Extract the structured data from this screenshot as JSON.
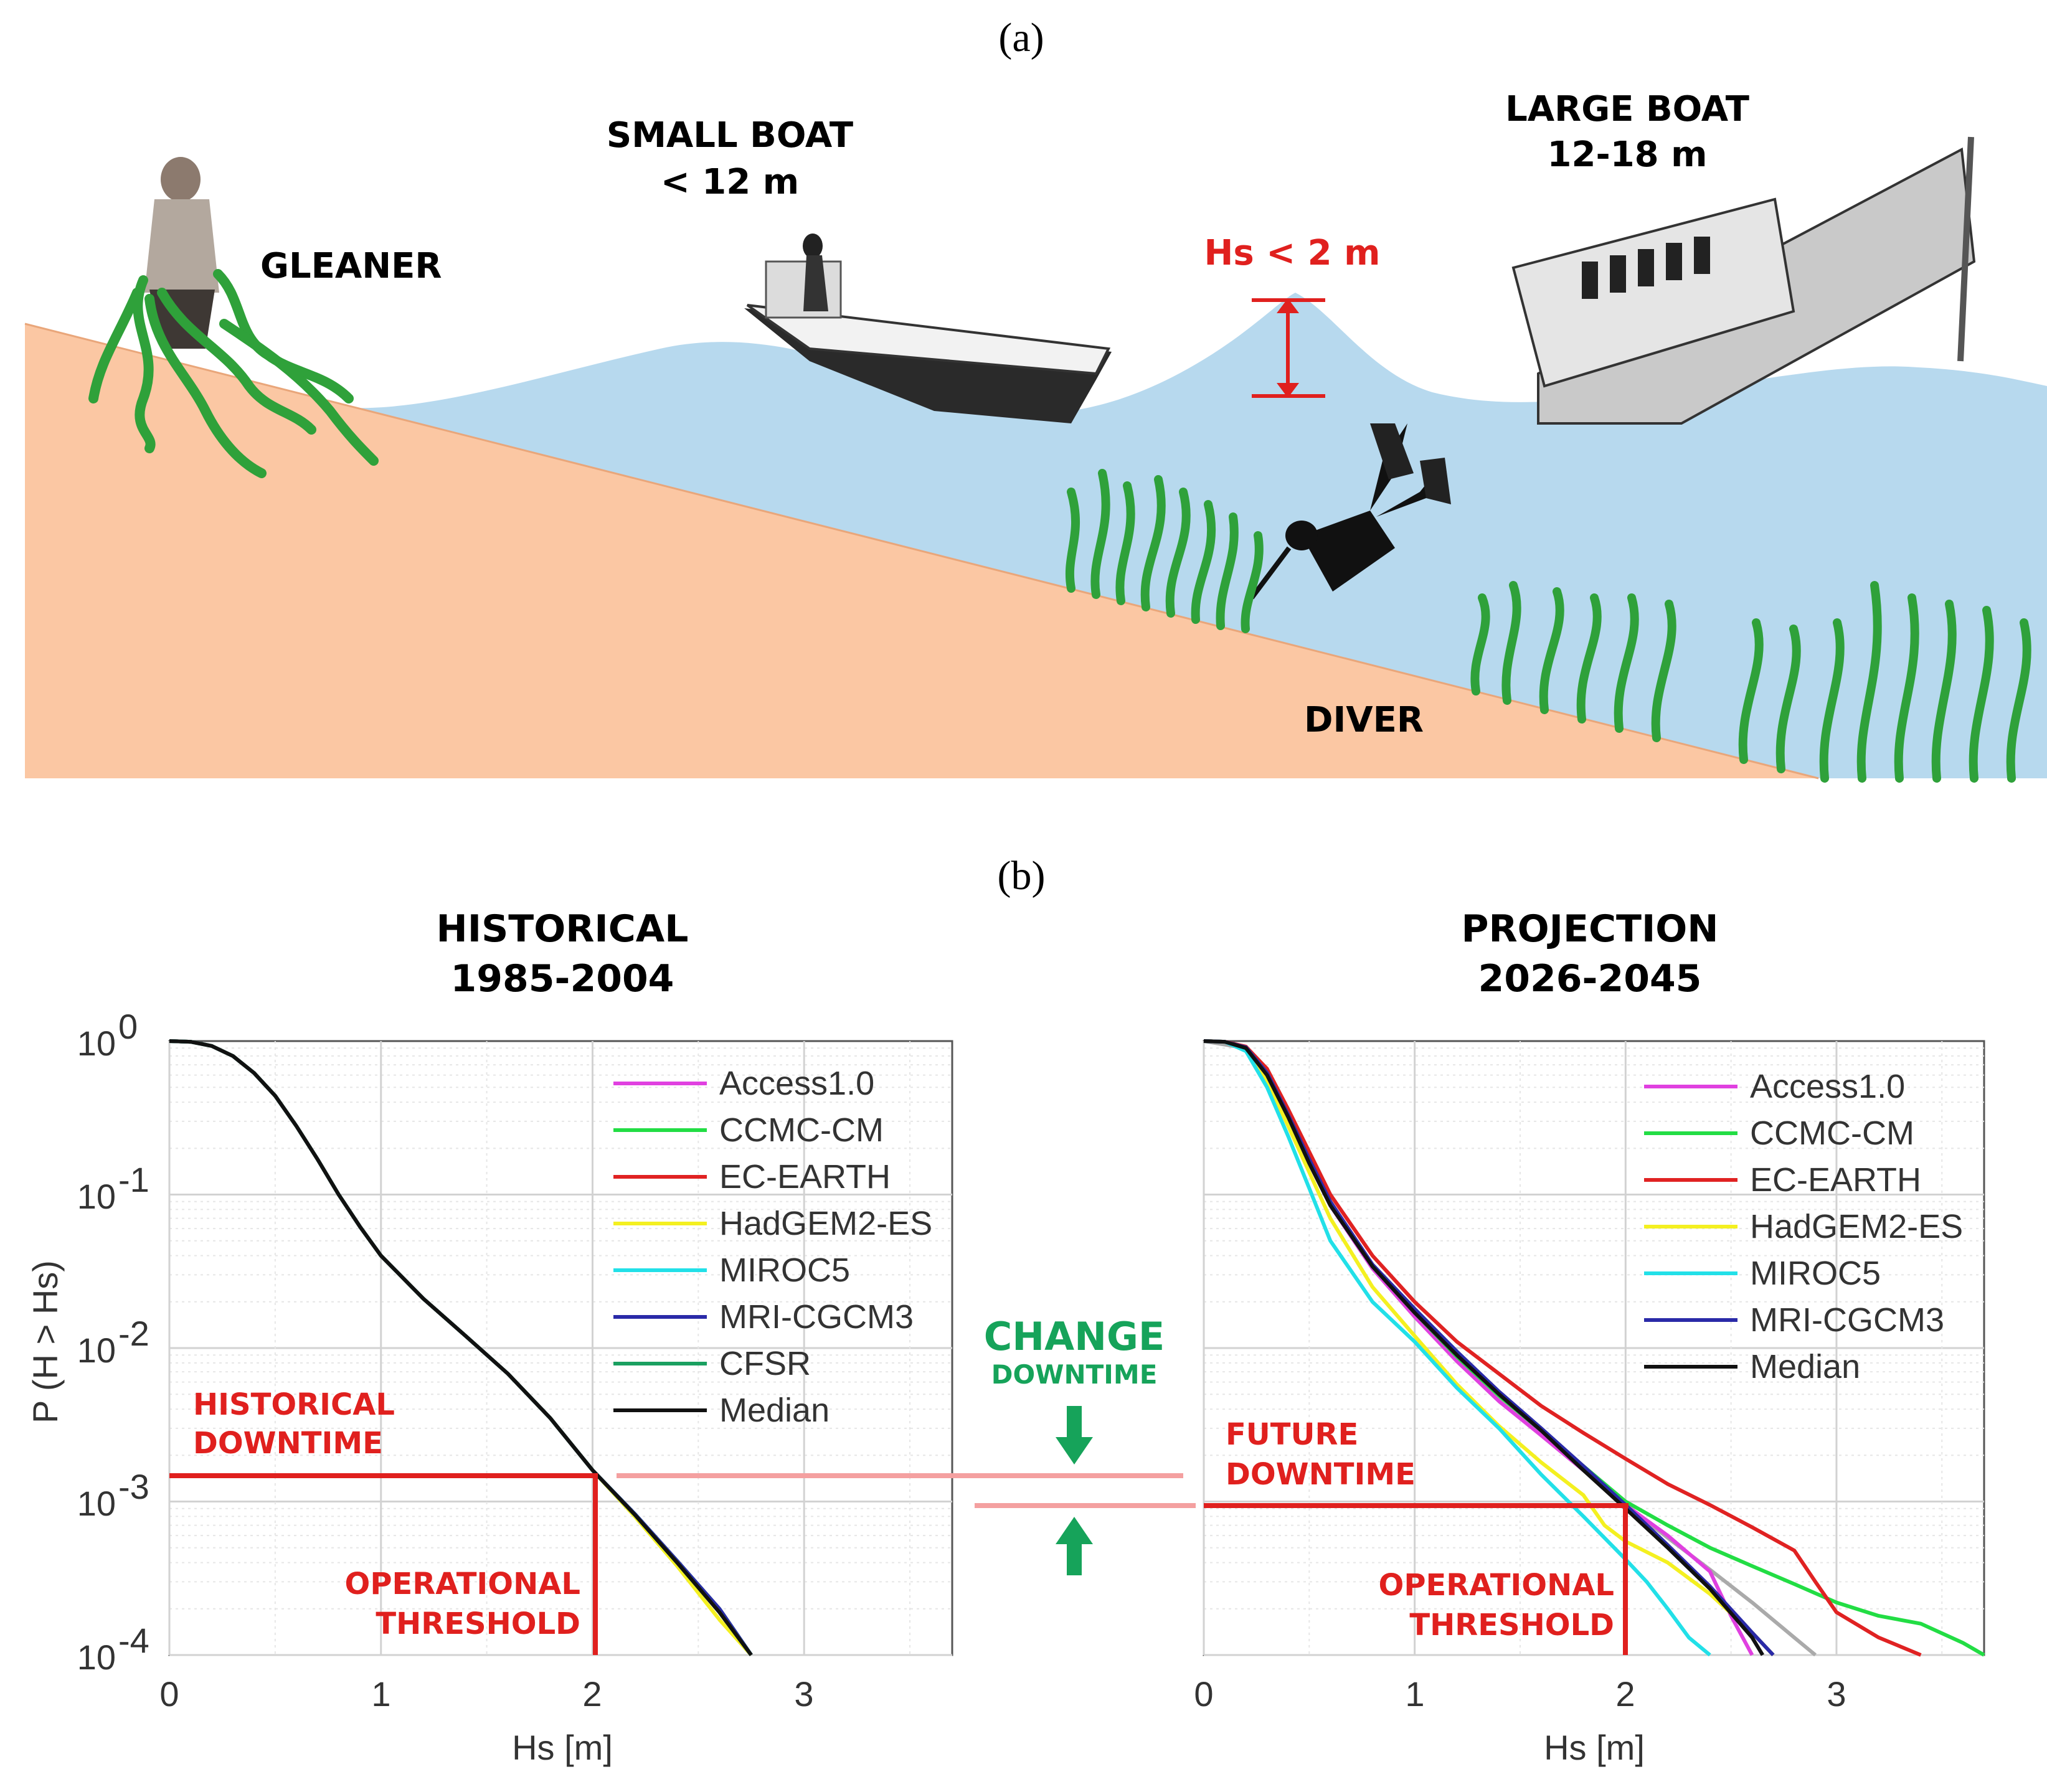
{
  "panel_a": {
    "letter": "(a)",
    "gleaner": "GLEANER",
    "small_boat": [
      "SMALL BOAT",
      "< 12 m"
    ],
    "wave_height": "Hs < 2 m",
    "large_boat": [
      "LARGE BOAT",
      "12-18 m"
    ],
    "diver": "DIVER",
    "colors": {
      "sea": "#b7d9ee",
      "seabed": "#fbc7a3",
      "seagrass": "#2fa13a",
      "hs_marker": "#e0201e"
    }
  },
  "panel_b": {
    "letter": "(b)",
    "change_note": {
      "line1": "CHANGE",
      "line2": "DOWNTIME"
    }
  },
  "chart_data": [
    {
      "type": "line",
      "title": [
        "HISTORICAL",
        "1985-2004"
      ],
      "xlabel": "Hs [m]",
      "ylabel": "P (H > Hs)",
      "xlim": [
        0,
        3.7
      ],
      "ylim": [
        0.0001,
        1
      ],
      "yscale": "log",
      "xticks": [
        "0",
        "1",
        "2",
        "3"
      ],
      "yticks": [
        {
          "base": "10",
          "exp": "0"
        },
        {
          "base": "10",
          "exp": "-1"
        },
        {
          "base": "10",
          "exp": "-2"
        },
        {
          "base": "10",
          "exp": "-3"
        },
        {
          "base": "10",
          "exp": "-4"
        }
      ],
      "grid": true,
      "legend_position": "top-right",
      "series": [
        {
          "name": "Access1.0",
          "color": "#e040e0",
          "x": [
            0,
            0.1,
            0.2,
            0.3,
            0.4,
            0.5,
            0.6,
            0.7,
            0.8,
            0.9,
            1.0,
            1.2,
            1.4,
            1.6,
            1.8,
            2.0,
            2.2,
            2.4,
            2.6,
            2.75
          ],
          "y": [
            1,
            0.99,
            0.93,
            0.8,
            0.62,
            0.44,
            0.28,
            0.17,
            0.1,
            0.062,
            0.04,
            0.021,
            0.012,
            0.0068,
            0.0035,
            0.0016,
            0.00082,
            0.0004,
            0.00019,
            0.0001
          ]
        },
        {
          "name": "CCMC-CM",
          "color": "#22dd44",
          "x": [
            0,
            0.1,
            0.2,
            0.3,
            0.4,
            0.5,
            0.6,
            0.7,
            0.8,
            0.9,
            1.0,
            1.2,
            1.4,
            1.6,
            1.8,
            2.0,
            2.2,
            2.4,
            2.6,
            2.75
          ],
          "y": [
            1,
            0.99,
            0.93,
            0.8,
            0.62,
            0.44,
            0.28,
            0.17,
            0.1,
            0.062,
            0.04,
            0.021,
            0.012,
            0.0068,
            0.0035,
            0.0016,
            0.00083,
            0.00041,
            0.0002,
            0.0001
          ]
        },
        {
          "name": "EC-EARTH",
          "color": "#e02222",
          "x": [
            0,
            0.1,
            0.2,
            0.3,
            0.4,
            0.5,
            0.6,
            0.7,
            0.8,
            0.9,
            1.0,
            1.2,
            1.4,
            1.6,
            1.8,
            2.0,
            2.2,
            2.4,
            2.6,
            2.75
          ],
          "y": [
            1,
            0.99,
            0.93,
            0.8,
            0.62,
            0.44,
            0.28,
            0.17,
            0.1,
            0.062,
            0.04,
            0.021,
            0.012,
            0.0068,
            0.0035,
            0.0016,
            0.00082,
            0.0004,
            0.00019,
            0.0001
          ]
        },
        {
          "name": "HadGEM2-ES",
          "color": "#f4f020",
          "x": [
            0,
            0.1,
            0.2,
            0.3,
            0.4,
            0.5,
            0.6,
            0.7,
            0.8,
            0.9,
            1.0,
            1.2,
            1.4,
            1.6,
            1.8,
            2.0,
            2.2,
            2.4,
            2.6,
            2.75
          ],
          "y": [
            1,
            0.99,
            0.93,
            0.8,
            0.62,
            0.44,
            0.28,
            0.17,
            0.1,
            0.062,
            0.04,
            0.021,
            0.012,
            0.0068,
            0.0035,
            0.0016,
            0.0008,
            0.00038,
            0.00017,
            0.0001
          ]
        },
        {
          "name": "MIROC5",
          "color": "#22e0e8",
          "x": [
            0,
            0.1,
            0.2,
            0.3,
            0.4,
            0.5,
            0.6,
            0.7,
            0.8,
            0.9,
            1.0,
            1.2,
            1.4,
            1.6,
            1.8,
            2.0,
            2.2,
            2.4,
            2.6,
            2.75
          ],
          "y": [
            1,
            0.99,
            0.93,
            0.8,
            0.62,
            0.44,
            0.28,
            0.17,
            0.1,
            0.062,
            0.04,
            0.021,
            0.012,
            0.0068,
            0.0035,
            0.0016,
            0.00082,
            0.0004,
            0.00019,
            0.0001
          ]
        },
        {
          "name": "MRI-CGCM3",
          "color": "#2a2aa8",
          "x": [
            0,
            0.1,
            0.2,
            0.3,
            0.4,
            0.5,
            0.6,
            0.7,
            0.8,
            0.9,
            1.0,
            1.2,
            1.4,
            1.6,
            1.8,
            2.0,
            2.2,
            2.4,
            2.6,
            2.75
          ],
          "y": [
            1,
            0.99,
            0.93,
            0.8,
            0.62,
            0.44,
            0.28,
            0.17,
            0.1,
            0.062,
            0.04,
            0.021,
            0.012,
            0.0068,
            0.0035,
            0.0016,
            0.00083,
            0.00041,
            0.0002,
            0.0001
          ]
        },
        {
          "name": "CFSR",
          "color": "#1aa060",
          "x": [
            0,
            0.1,
            0.2,
            0.3,
            0.4,
            0.5,
            0.6,
            0.7,
            0.8,
            0.9,
            1.0,
            1.2,
            1.4,
            1.6,
            1.8,
            2.0,
            2.2,
            2.4,
            2.6,
            2.75
          ],
          "y": [
            1,
            0.99,
            0.93,
            0.8,
            0.62,
            0.44,
            0.28,
            0.17,
            0.1,
            0.062,
            0.04,
            0.021,
            0.012,
            0.0068,
            0.0035,
            0.0016,
            0.00082,
            0.0004,
            0.00019,
            0.0001
          ]
        },
        {
          "name": "Median",
          "color": "#111111",
          "x": [
            0,
            0.1,
            0.2,
            0.3,
            0.4,
            0.5,
            0.6,
            0.7,
            0.8,
            0.9,
            1.0,
            1.2,
            1.4,
            1.6,
            1.8,
            2.0,
            2.2,
            2.4,
            2.6,
            2.75
          ],
          "y": [
            1,
            0.99,
            0.93,
            0.8,
            0.62,
            0.44,
            0.28,
            0.17,
            0.1,
            0.062,
            0.04,
            0.021,
            0.012,
            0.0068,
            0.0035,
            0.0016,
            0.00082,
            0.0004,
            0.00019,
            0.0001
          ]
        }
      ],
      "annotations": {
        "downtime_label": [
          "HISTORICAL",
          "DOWNTIME"
        ],
        "threshold_label": [
          "OPERATIONAL",
          "THRESHOLD"
        ],
        "threshold_hs": 2,
        "downtime_p": 0.0015
      }
    },
    {
      "type": "line",
      "title": [
        "PROJECTION",
        "2026-2045"
      ],
      "xlabel": "Hs [m]",
      "xlim": [
        0,
        3.7
      ],
      "ylim": [
        0.0001,
        1
      ],
      "yscale": "log",
      "xticks": [
        "0",
        "1",
        "2",
        "3"
      ],
      "grid": true,
      "legend_position": "top-right",
      "series": [
        {
          "name": "Access1.0",
          "color": "#e040e0",
          "x": [
            0,
            0.1,
            0.2,
            0.3,
            0.4,
            0.5,
            0.6,
            0.8,
            1.0,
            1.2,
            1.4,
            1.6,
            1.8,
            2.0,
            2.2,
            2.4,
            2.5,
            2.6
          ],
          "y": [
            1,
            0.99,
            0.9,
            0.6,
            0.32,
            0.16,
            0.085,
            0.033,
            0.016,
            0.0082,
            0.0045,
            0.0027,
            0.0016,
            0.00095,
            0.0006,
            0.00035,
            0.00018,
            0.0001
          ]
        },
        {
          "name": "CCMC-CM",
          "color": "#22dd44",
          "x": [
            0,
            0.1,
            0.2,
            0.3,
            0.4,
            0.5,
            0.6,
            0.8,
            1.0,
            1.2,
            1.4,
            1.6,
            1.8,
            2.0,
            2.2,
            2.4,
            2.6,
            2.8,
            3.0,
            3.2,
            3.4,
            3.6,
            3.7
          ],
          "y": [
            1,
            0.99,
            0.91,
            0.62,
            0.33,
            0.17,
            0.09,
            0.034,
            0.017,
            0.0088,
            0.0049,
            0.0029,
            0.0017,
            0.001,
            0.0007,
            0.0005,
            0.00038,
            0.00029,
            0.00022,
            0.00018,
            0.00016,
            0.00012,
            0.0001
          ]
        },
        {
          "name": "EC-EARTH",
          "color": "#e02222",
          "x": [
            0,
            0.1,
            0.2,
            0.3,
            0.4,
            0.5,
            0.6,
            0.8,
            1.0,
            1.2,
            1.4,
            1.6,
            1.8,
            2.0,
            2.2,
            2.4,
            2.6,
            2.8,
            2.9,
            3.0,
            3.2,
            3.4
          ],
          "y": [
            1,
            0.99,
            0.92,
            0.66,
            0.36,
            0.19,
            0.1,
            0.04,
            0.02,
            0.011,
            0.0068,
            0.0042,
            0.0028,
            0.0019,
            0.0013,
            0.00095,
            0.00068,
            0.00048,
            0.0003,
            0.00019,
            0.00013,
            0.0001
          ]
        },
        {
          "name": "HadGEM2-ES",
          "color": "#f4f020",
          "x": [
            0,
            0.1,
            0.2,
            0.3,
            0.4,
            0.5,
            0.6,
            0.8,
            1.0,
            1.2,
            1.4,
            1.6,
            1.8,
            1.9,
            2.0,
            2.2,
            2.4,
            2.6,
            2.7
          ],
          "y": [
            1,
            0.99,
            0.88,
            0.55,
            0.28,
            0.14,
            0.07,
            0.025,
            0.012,
            0.0058,
            0.0031,
            0.0018,
            0.0011,
            0.0007,
            0.00055,
            0.0004,
            0.00025,
            0.00014,
            0.0001
          ]
        },
        {
          "name": "MIROC5",
          "color": "#22e0e8",
          "x": [
            0,
            0.1,
            0.2,
            0.3,
            0.4,
            0.5,
            0.6,
            0.8,
            1.0,
            1.2,
            1.4,
            1.6,
            1.8,
            2.0,
            2.1,
            2.2,
            2.3,
            2.4
          ],
          "y": [
            1,
            0.99,
            0.86,
            0.5,
            0.24,
            0.11,
            0.05,
            0.02,
            0.011,
            0.0055,
            0.003,
            0.0015,
            0.0008,
            0.00042,
            0.0003,
            0.0002,
            0.00013,
            0.0001
          ]
        },
        {
          "name": "MRI-CGCM3",
          "color": "#2a2aa8",
          "x": [
            0,
            0.1,
            0.2,
            0.3,
            0.4,
            0.5,
            0.6,
            0.8,
            1.0,
            1.2,
            1.4,
            1.6,
            1.8,
            2.0,
            2.2,
            2.4,
            2.6,
            2.7
          ],
          "y": [
            1,
            0.99,
            0.91,
            0.62,
            0.33,
            0.17,
            0.09,
            0.035,
            0.018,
            0.0095,
            0.0052,
            0.003,
            0.0017,
            0.00095,
            0.00052,
            0.00028,
            0.00014,
            0.0001
          ]
        },
        {
          "name": "Median",
          "color": "#111111",
          "x": [
            0,
            0.1,
            0.2,
            0.3,
            0.4,
            0.5,
            0.6,
            0.8,
            1.0,
            1.2,
            1.4,
            1.6,
            1.8,
            2.0,
            2.2,
            2.4,
            2.6,
            2.65
          ],
          "y": [
            1,
            0.99,
            0.9,
            0.6,
            0.32,
            0.16,
            0.085,
            0.034,
            0.017,
            0.009,
            0.005,
            0.0029,
            0.0016,
            0.0009,
            0.0005,
            0.00027,
            0.00013,
            0.0001
          ]
        }
      ],
      "extra_curve": {
        "color": "#aaaaaa",
        "x": [
          0,
          0.2,
          0.4,
          0.6,
          0.8,
          1.0,
          1.2,
          1.4,
          1.6,
          1.8,
          2.0,
          2.2,
          2.4,
          2.6,
          2.8,
          2.9
        ],
        "y": [
          1,
          0.9,
          0.32,
          0.085,
          0.033,
          0.016,
          0.0085,
          0.0047,
          0.0027,
          0.0016,
          0.00095,
          0.00058,
          0.00036,
          0.00022,
          0.00013,
          0.0001
        ]
      },
      "annotations": {
        "downtime_label": [
          "FUTURE",
          "DOWNTIME"
        ],
        "threshold_label": [
          "OPERATIONAL",
          "THRESHOLD"
        ],
        "threshold_hs": 2,
        "downtime_p": 0.0009
      }
    }
  ]
}
